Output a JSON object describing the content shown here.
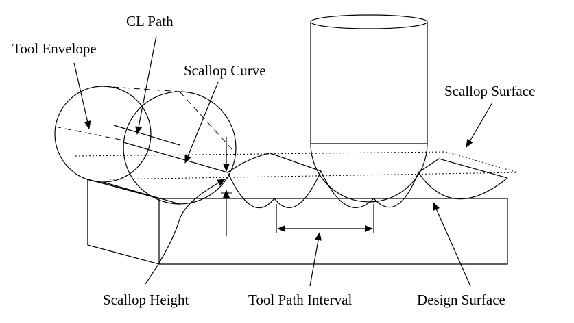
{
  "labels": {
    "cl_path": "CL Path",
    "tool_envelope": "Tool Envelope",
    "scallop_curve": "Scallop Curve",
    "scallop_surface": "Scallop Surface",
    "scallop_height": "Scallop Height",
    "tool_path_interval": "Tool Path Interval",
    "design_surface": "Design Surface"
  }
}
